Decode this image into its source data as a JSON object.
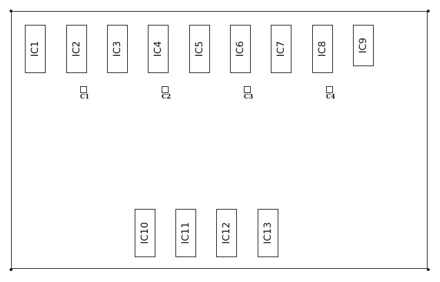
{
  "ics": [
    "IC1",
    "IC2",
    "IC3",
    "IC4",
    "IC5",
    "IC6",
    "IC7",
    "IC8",
    "IC9",
    "IC10",
    "IC11",
    "IC12",
    "IC13"
  ],
  "caps": [
    "C1",
    "C2",
    "C3",
    "C4"
  ]
}
